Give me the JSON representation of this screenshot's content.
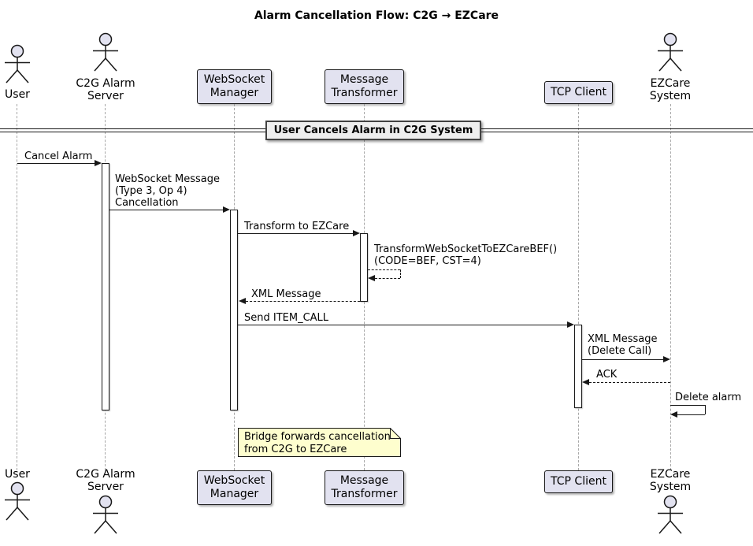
{
  "title": "Alarm Cancellation Flow: C2G → EZCare",
  "divider": {
    "label": "User Cancels Alarm in C2G System"
  },
  "participants": {
    "user": "User",
    "c2g": "C2G Alarm\nServer",
    "websocket": "WebSocket\nManager",
    "transformer": "Message\nTransformer",
    "tcp": "TCP Client",
    "ezcare": "EZCare\nSystem"
  },
  "messages": {
    "m1": "Cancel Alarm",
    "m2": "WebSocket Message\n(Type 3, Op 4)\nCancellation",
    "m3": "Transform to EZCare",
    "m4": "TransformWebSocketToEZCareBEF()\n(CODE=BEF, CST=4)",
    "m5": "XML Message",
    "m6": "Send ITEM_CALL",
    "m7": "XML Message\n(Delete Call)",
    "m8": "ACK",
    "m9": "Delete alarm"
  },
  "note": {
    "text": "Bridge forwards cancellation\nfrom C2G to EZCare"
  },
  "colors": {
    "participant_fill": "#E2E2F0",
    "note_fill": "#FEFECE",
    "note_border": "#85855F",
    "line": "#181818",
    "lifeline": "#A8A8A8",
    "divider_fill": "#EEEEEE"
  }
}
